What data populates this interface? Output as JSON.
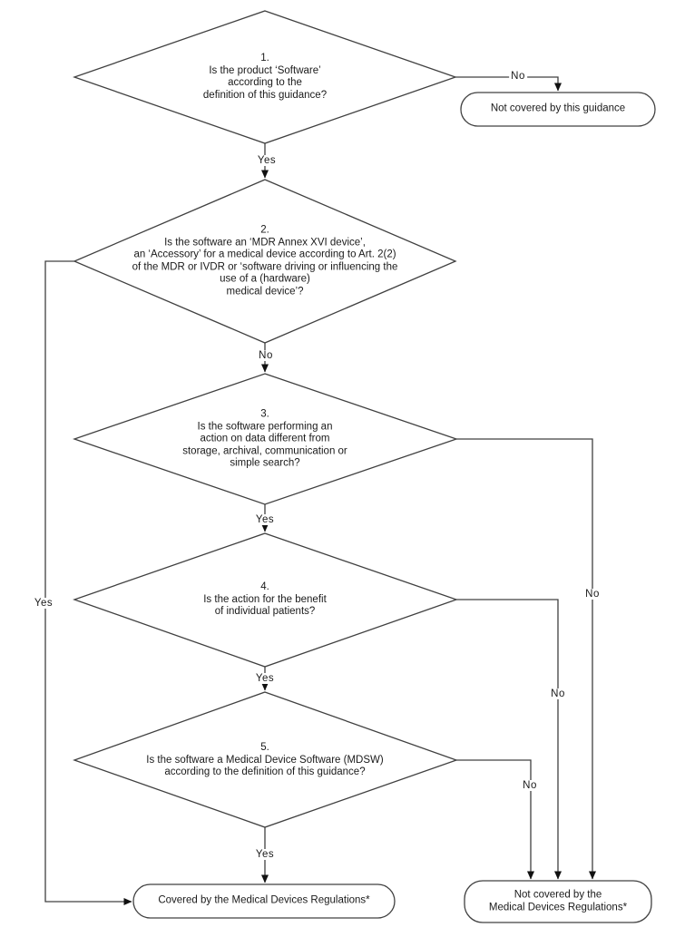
{
  "diagram": {
    "colors": {
      "line": "#404040",
      "arrowhead": "#111111",
      "text": "#1a1a1a",
      "background": "#ffffff"
    },
    "nodes": [
      {
        "id": "q1",
        "type": "decision",
        "label": "1.\nIs the product ‘Software’\naccording to the\ndefinition of this guidance?"
      },
      {
        "id": "q2",
        "type": "decision",
        "label": "2.\nIs the software an ‘MDR Annex XVI device’,\nan ‘Accessory’ for a medical device according to Art. 2(2)\nof the MDR or IVDR or ‘software driving or influencing the\nuse of a (hardware)\nmedical device’?"
      },
      {
        "id": "q3",
        "type": "decision",
        "label": "3.\nIs the software performing an\naction on data different from\nstorage, archival, communication or\nsimple search?"
      },
      {
        "id": "q4",
        "type": "decision",
        "label": "4.\nIs the action for the benefit\nof individual patients?"
      },
      {
        "id": "q5",
        "type": "decision",
        "label": "5.\nIs the software a Medical Device Software (MDSW)\naccording to the definition of this guidance?"
      },
      {
        "id": "t1",
        "type": "terminal",
        "label": "Not covered by this guidance"
      },
      {
        "id": "t2",
        "type": "terminal",
        "label": "Covered by the Medical Devices Regulations*"
      },
      {
        "id": "t3",
        "type": "terminal",
        "label": "Not covered by the\nMedical Devices Regulations*"
      }
    ],
    "edges": [
      {
        "from": "q1",
        "to": "t1",
        "label": "No"
      },
      {
        "from": "q1",
        "to": "q2",
        "label": "Yes"
      },
      {
        "from": "q2",
        "to": "t2",
        "label": "Yes"
      },
      {
        "from": "q2",
        "to": "q3",
        "label": "No"
      },
      {
        "from": "q3",
        "to": "t3",
        "label": "No"
      },
      {
        "from": "q3",
        "to": "q4",
        "label": "Yes"
      },
      {
        "from": "q4",
        "to": "t3",
        "label": "No"
      },
      {
        "from": "q4",
        "to": "q5",
        "label": "Yes"
      },
      {
        "from": "q5",
        "to": "t3",
        "label": "No"
      },
      {
        "from": "q5",
        "to": "t2",
        "label": "Yes"
      }
    ]
  }
}
